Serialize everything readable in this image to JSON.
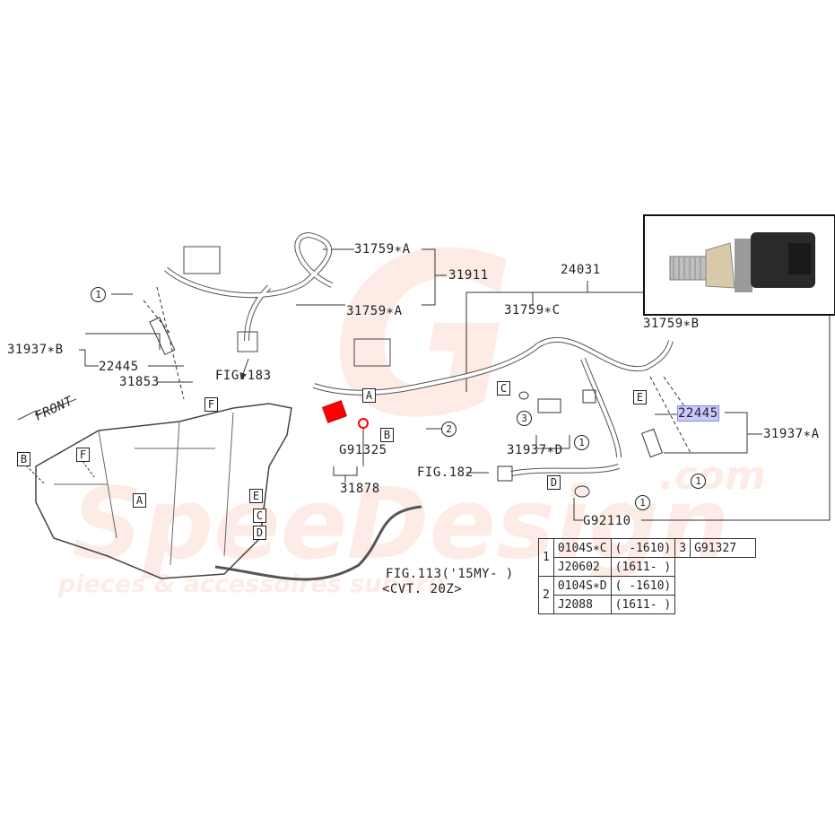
{
  "watermark": {
    "brand": "SpeeDesign",
    "tagline": "pieces & accessoires subaru",
    "domain": ".com"
  },
  "labels": {
    "p31759a_top": "31759∗A",
    "p31911": "31911",
    "p31759a_bottom": "31759∗A",
    "p24031": "24031",
    "p31759c": "31759∗C",
    "p31759b": "31759∗B",
    "p31937b": "31937∗B",
    "p22445_left": "22445",
    "p31853": "31853",
    "fig183": "FIG.183",
    "g91325": "G91325",
    "p31878": "31878",
    "p31937d": "31937∗D",
    "p22445_right": "22445",
    "p31937a": "31937∗A",
    "fig182": "FIG.182",
    "g92110": "G92110",
    "fig113_line1": "FIG.113('15MY- )",
    "fig113_line2": "<CVT. 20Z>",
    "front": "FRONT"
  },
  "ref_boxes": {
    "A": "A",
    "B": "B",
    "C": "C",
    "D": "D",
    "E": "E",
    "F": "F"
  },
  "ref_circles": {
    "one": "1",
    "two": "2",
    "three": "3"
  },
  "table": {
    "rows": [
      {
        "ref": "1",
        "part": "0104S∗C",
        "range": "(  -1610)",
        "extra_ref": "3",
        "extra_part": "G91327"
      },
      {
        "part": "J20602",
        "range": "(1611-  )"
      },
      {
        "ref": "2",
        "part": "0104S∗D",
        "range": "(  -1610)"
      },
      {
        "part": "J2088",
        "range": "(1611-  )"
      }
    ]
  },
  "colors": {
    "highlight_part": "#ff0000",
    "highlight_label": "#c9c9ff",
    "watermark": "#f0785a"
  }
}
